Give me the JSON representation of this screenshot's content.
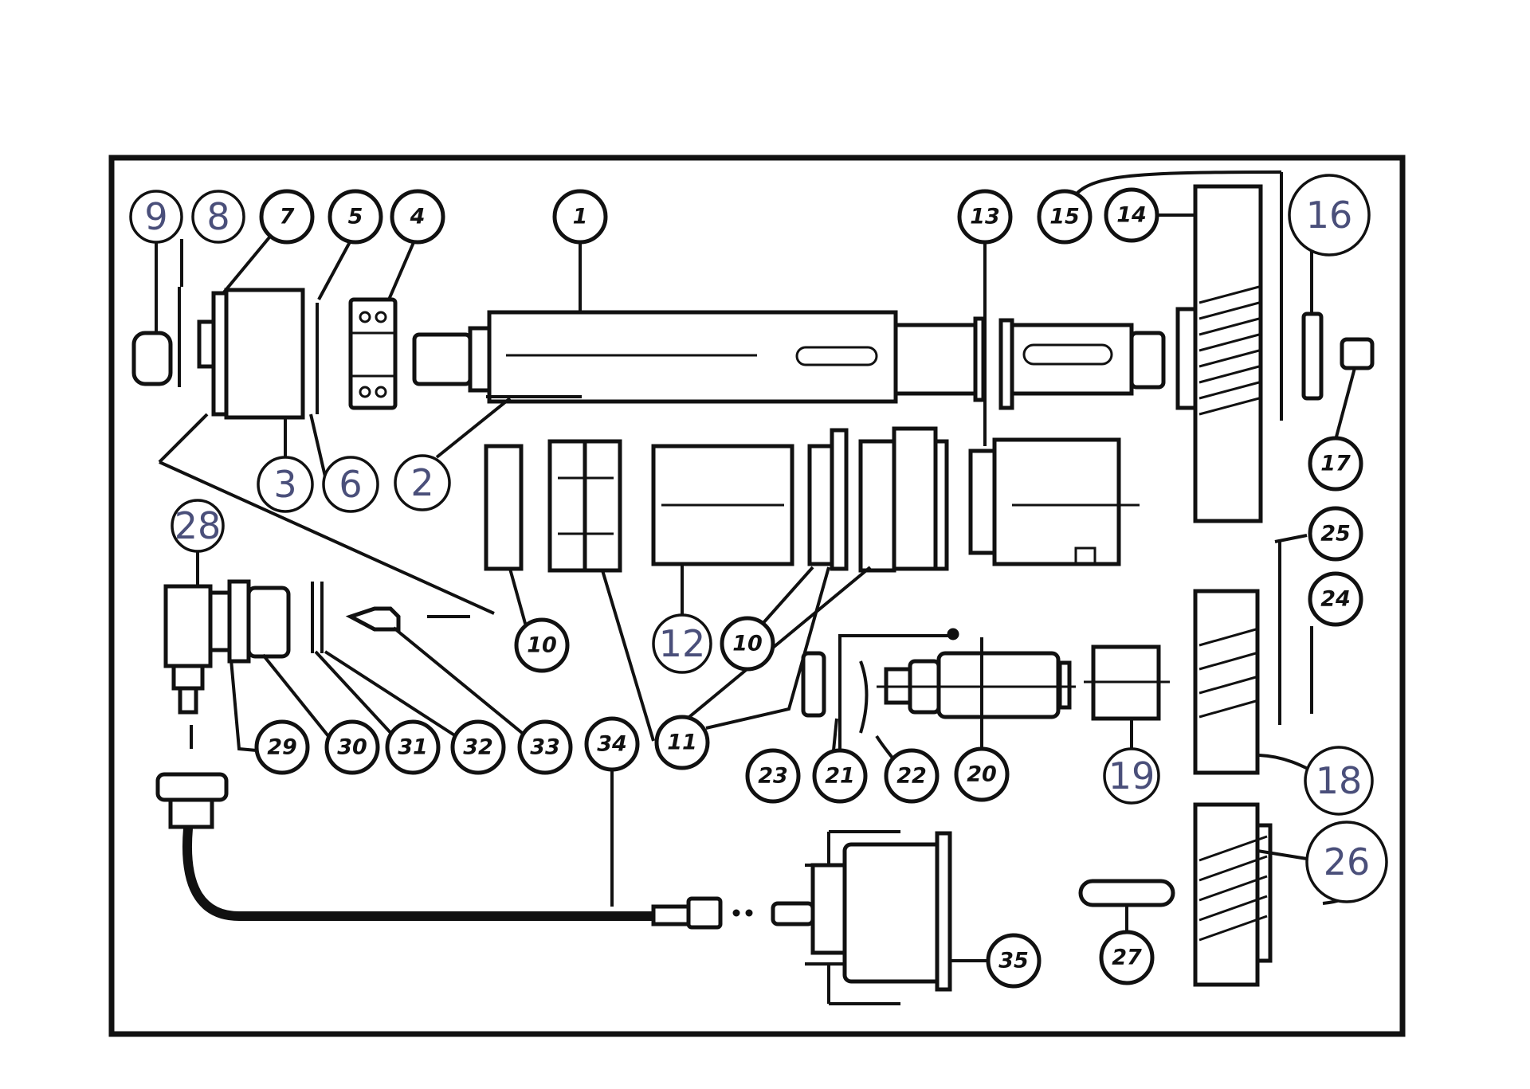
{
  "figure": {
    "line_color": "#111111",
    "background": "#ffffff",
    "handwritten_label_color": "#4a4f7a"
  },
  "callouts": [
    {
      "id": "c1",
      "label": "1",
      "handwritten": false
    },
    {
      "id": "c2",
      "label": "2",
      "handwritten": true
    },
    {
      "id": "c3",
      "label": "3",
      "handwritten": true
    },
    {
      "id": "c4",
      "label": "4",
      "handwritten": false
    },
    {
      "id": "c5",
      "label": "5",
      "handwritten": false
    },
    {
      "id": "c6",
      "label": "6",
      "handwritten": true
    },
    {
      "id": "c7",
      "label": "7",
      "handwritten": false
    },
    {
      "id": "c8",
      "label": "8",
      "handwritten": true
    },
    {
      "id": "c9",
      "label": "9",
      "handwritten": true
    },
    {
      "id": "c10a",
      "label": "10",
      "handwritten": false
    },
    {
      "id": "c10b",
      "label": "10",
      "handwritten": false
    },
    {
      "id": "c11",
      "label": "11",
      "handwritten": false
    },
    {
      "id": "c12",
      "label": "12",
      "handwritten": true
    },
    {
      "id": "c13",
      "label": "13",
      "handwritten": false
    },
    {
      "id": "c14",
      "label": "14",
      "handwritten": false
    },
    {
      "id": "c15",
      "label": "15",
      "handwritten": false
    },
    {
      "id": "c16",
      "label": "16",
      "handwritten": true
    },
    {
      "id": "c17",
      "label": "17",
      "handwritten": false
    },
    {
      "id": "c18",
      "label": "18",
      "handwritten": true
    },
    {
      "id": "c19",
      "label": "19",
      "handwritten": true
    },
    {
      "id": "c20",
      "label": "20",
      "handwritten": false
    },
    {
      "id": "c21",
      "label": "21",
      "handwritten": false
    },
    {
      "id": "c22",
      "label": "22",
      "handwritten": false
    },
    {
      "id": "c23",
      "label": "23",
      "handwritten": false
    },
    {
      "id": "c24",
      "label": "24",
      "handwritten": false
    },
    {
      "id": "c25",
      "label": "25",
      "handwritten": false
    },
    {
      "id": "c26",
      "label": "26",
      "handwritten": true
    },
    {
      "id": "c27",
      "label": "27",
      "handwritten": false
    },
    {
      "id": "c28",
      "label": "28",
      "handwritten": true
    },
    {
      "id": "c29",
      "label": "29",
      "handwritten": false
    },
    {
      "id": "c30",
      "label": "30",
      "handwritten": false
    },
    {
      "id": "c31",
      "label": "31",
      "handwritten": false
    },
    {
      "id": "c32",
      "label": "32",
      "handwritten": false
    },
    {
      "id": "c33",
      "label": "33",
      "handwritten": false
    },
    {
      "id": "c34",
      "label": "34",
      "handwritten": false
    },
    {
      "id": "c35",
      "label": "35",
      "handwritten": false
    }
  ]
}
